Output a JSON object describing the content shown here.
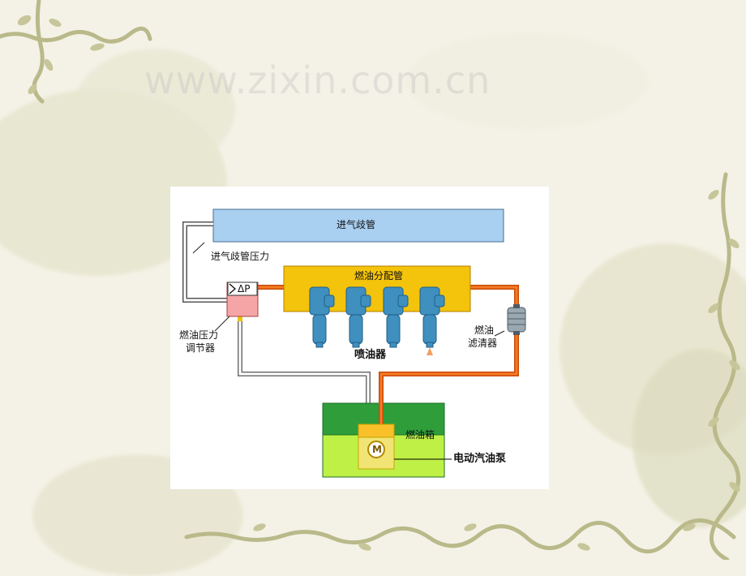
{
  "labels": {
    "intake_manifold": "进气歧管",
    "manifold_pressure": "进气歧管压力",
    "fuel_rail": "燃油分配管",
    "regulator_symbol": "ΔP",
    "regulator_line1": "燃油压力",
    "regulator_line2": "调节器",
    "injectors": "喷油器",
    "filter_line1": "燃油",
    "filter_line2": "滤清器",
    "fuel_tank": "燃油箱",
    "pump_symbol": "M",
    "fuel_pump": "电动汽油泵",
    "watermark": "www.zixin.com.cn"
  },
  "colors": {
    "intake_manifold": "#a9cff1",
    "fuel_rail": "#f4c30b",
    "regulator": "#f6a5a6",
    "fuel_line": "#e55a10",
    "return_line": "#6e6e6e",
    "tank_top": "#2f9d3a",
    "tank_bottom": "#bff045",
    "pump": "#f7e37a",
    "injector": "#3f8fbf"
  }
}
